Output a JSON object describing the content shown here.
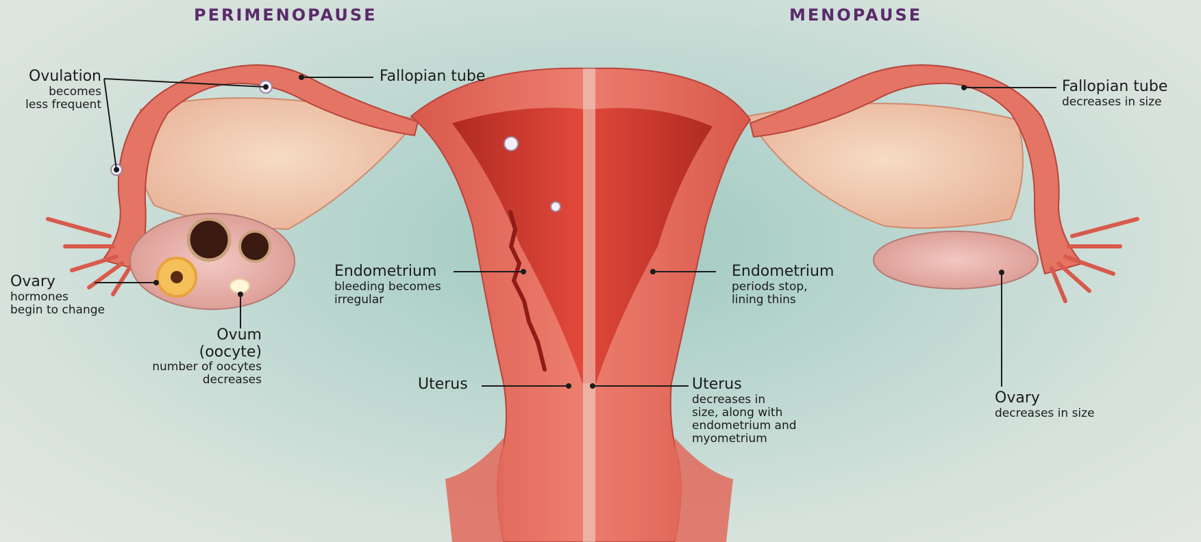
{
  "titles": {
    "left": "PERIMENOPAUSE",
    "right": "MENOPAUSE"
  },
  "labels": {
    "ovulation": {
      "main": "Ovulation",
      "sub1": "becomes",
      "sub2": "less frequent"
    },
    "fallopian_left": {
      "main": "Fallopian tube"
    },
    "ovary_left": {
      "main": "Ovary",
      "sub1": "hormones",
      "sub2": "begin to change"
    },
    "ovum": {
      "main1": "Ovum",
      "main2": "(oocyte)",
      "sub1": "number of oocytes",
      "sub2": "decreases"
    },
    "endometrium_left": {
      "main": "Endometrium",
      "sub1": "bleeding becomes",
      "sub2": "irregular"
    },
    "uterus_left": {
      "main": "Uterus"
    },
    "fallopian_right": {
      "main": "Fallopian tube",
      "sub1": "decreases in size"
    },
    "endometrium_right": {
      "main": "Endometrium",
      "sub1": "periods stop,",
      "sub2": "lining thins"
    },
    "uterus_right": {
      "main": "Uterus",
      "sub1": "decreases in",
      "sub2": "size, along with",
      "sub3": "endometrium and",
      "sub4": "myometrium"
    },
    "ovary_right": {
      "main": "Ovary",
      "sub1": "decreases in size"
    }
  },
  "colors": {
    "title": "#5b2a6b",
    "tissue": "#e06a5c",
    "tissue_dark": "#b8443c",
    "cavity": "#c93a30",
    "ovary": "#e9b3ad",
    "fat": "#f2cdb0",
    "leader": "#1b1b1b"
  }
}
